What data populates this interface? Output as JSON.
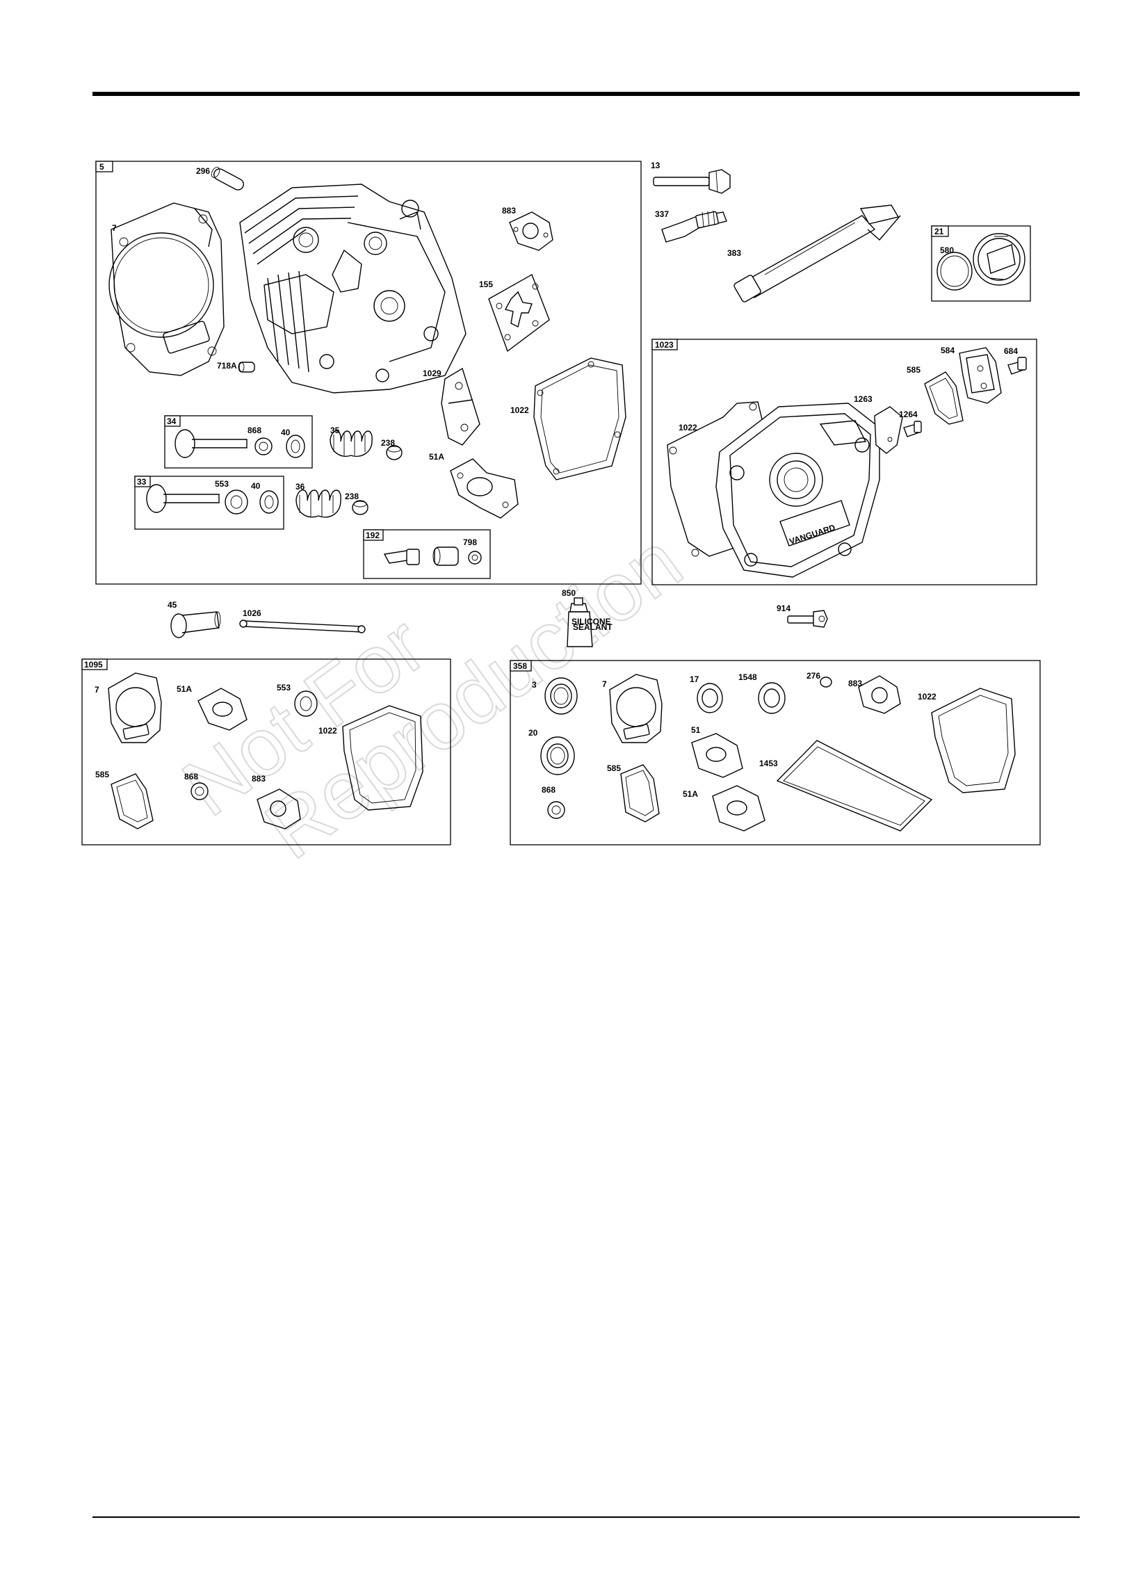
{
  "watermark": {
    "line1": "Not For",
    "line2": "Reproduction"
  },
  "groups": [
    {
      "id": "g5",
      "label": "5"
    },
    {
      "id": "g21",
      "label": "21"
    },
    {
      "id": "g1023",
      "label": "1023"
    },
    {
      "id": "g34",
      "label": "34"
    },
    {
      "id": "g33",
      "label": "33"
    },
    {
      "id": "g192",
      "label": "192"
    },
    {
      "id": "g1095",
      "label": "1095"
    },
    {
      "id": "g358",
      "label": "358"
    }
  ],
  "callouts": [
    "296",
    "7",
    "883",
    "155",
    "718A",
    "1029",
    "1022",
    "868",
    "40",
    "35",
    "238",
    "51A",
    "553",
    "40",
    "36",
    "238",
    "798",
    "13",
    "337",
    "383",
    "580",
    "584",
    "684",
    "585",
    "1263",
    "1264",
    "1022",
    "45",
    "1026",
    "850",
    "914",
    "7",
    "51A",
    "553",
    "1022",
    "585",
    "868",
    "883",
    "3",
    "7",
    "17",
    "1548",
    "276",
    "883",
    "1022",
    "20",
    "51",
    "585",
    "1453",
    "868",
    "51A"
  ],
  "tube_label": {
    "line1": "SILICONE",
    "line2": "SEALANT"
  },
  "valve_cover_text": "VANGUARD"
}
